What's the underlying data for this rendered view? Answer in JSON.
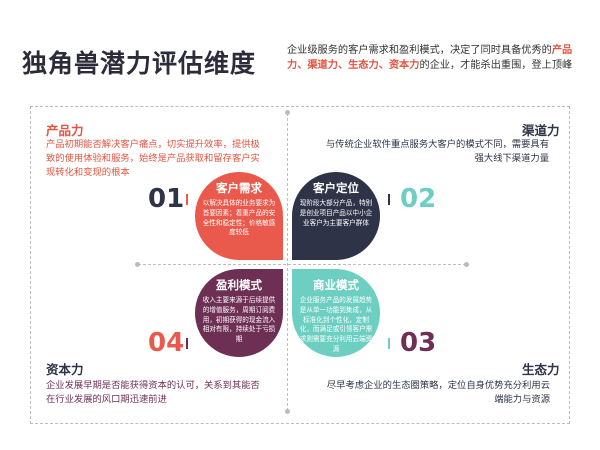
{
  "title": "独角兽潜力评估维度",
  "intro": {
    "prefix": "企业级服务的客户需求和盈利模式，决定了同时具备优秀的",
    "h1": "产品力",
    "sep1": "、",
    "h2": "渠道力",
    "sep2": "、",
    "h3": "生态力",
    "sep3": "、",
    "h4": "资本力",
    "suffix": "的企业，才能杀出重围，登上顶峰"
  },
  "corners": {
    "product": {
      "title": "产品力",
      "desc": "产品初期能否解决客户痛点，切实提升效率，提供极致的使用体验和服务，始终是产品获取和留存客户实现转化和变现的根本",
      "color": "#e4533f"
    },
    "channel": {
      "title": "渠道力",
      "desc": "与传统企业软件重点服务大客户的模式不同，需要具有强大线下渠道力量",
      "color": "#2e3347"
    },
    "capital": {
      "title": "资本力",
      "desc": "企业发展早期是否能获得资本的认可，关系到其能否在行业发展的风口期迅速前进",
      "color": "#6e2f54"
    },
    "ecology": {
      "title": "生态力",
      "desc": "尽早考虑企业的生态圈策略，定位自身优势充分利用云端能力与资源",
      "color": "#2e3347"
    }
  },
  "petals": {
    "tl": {
      "num": "01",
      "title": "客户需求",
      "desc": "以解决具体的业务要求为首要因素；着重产品的安全性和稳定性；价格敏感度较低",
      "color": "#ea5a4c",
      "num_color": "#2e3347"
    },
    "tr": {
      "num": "02",
      "title": "客户定位",
      "desc": "现阶段大部分产品，特别是创业项目产品以中小企业客户为主要客户群体",
      "color": "#2e3347",
      "num_color": "#6ccfc2"
    },
    "bl": {
      "num": "04",
      "title": "盈利模式",
      "desc": "收入主要来源于后续提供的增值服务，周期订阅费用，初期获得的现金流入相对有限，持续处于亏损期",
      "color": "#6e2f54",
      "num_color": "#ea5a4c"
    },
    "br": {
      "num": "03",
      "title": "商业模式",
      "desc": "企业服务产品的发展趋势是从单一功能到集成，从标准化到个性化，定制化，而满足或引领客户需求则需要充分利用云端资源",
      "color": "#6ccfc2",
      "num_color": "#6e2f54"
    }
  }
}
